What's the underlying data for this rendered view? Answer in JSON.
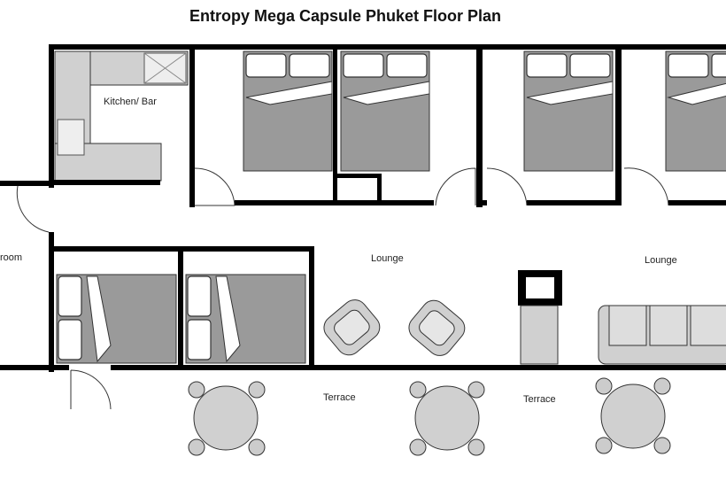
{
  "title": "Entropy Mega Capsule Phuket Floor Plan",
  "rooms": {
    "kitchen": "Kitchen/ Bar",
    "bathroom": "room",
    "lounge_1": "Lounge",
    "lounge_2": "Lounge",
    "terrace_1": "Terrace",
    "terrace_2": "Terrace"
  }
}
